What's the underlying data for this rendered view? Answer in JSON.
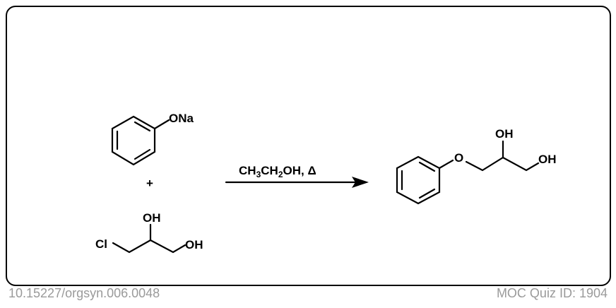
{
  "reactants": {
    "phenoxide": {
      "label": "ONa"
    },
    "plus": "+",
    "chlorohydrin": {
      "cl": "Cl",
      "oh_top": "OH",
      "oh_right": "OH"
    }
  },
  "conditions": {
    "solvent": "CH3CH2OH",
    "solvent_parts": [
      "CH",
      "3",
      "CH",
      "2",
      "OH, Δ"
    ]
  },
  "product": {
    "o": "O",
    "oh_top": "OH",
    "oh_right": "OH"
  },
  "footer": {
    "doi": "10.15227/orgsyn.006.0048",
    "quiz_id": "MOC Quiz ID: 1904"
  }
}
